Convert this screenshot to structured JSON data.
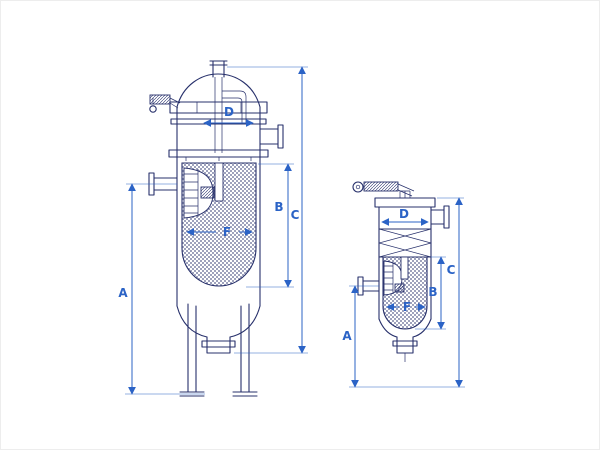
{
  "colors": {
    "drawing_line": "#27306b",
    "dimension": "#2b63c6",
    "background": "#ffffff"
  },
  "figures": {
    "left": {
      "dims": {
        "a": "A",
        "b": "B",
        "c": "C",
        "d": "D",
        "f": "F"
      }
    },
    "right": {
      "dims": {
        "a": "A",
        "b": "B",
        "c": "C",
        "d": "D",
        "f": "F"
      }
    }
  }
}
